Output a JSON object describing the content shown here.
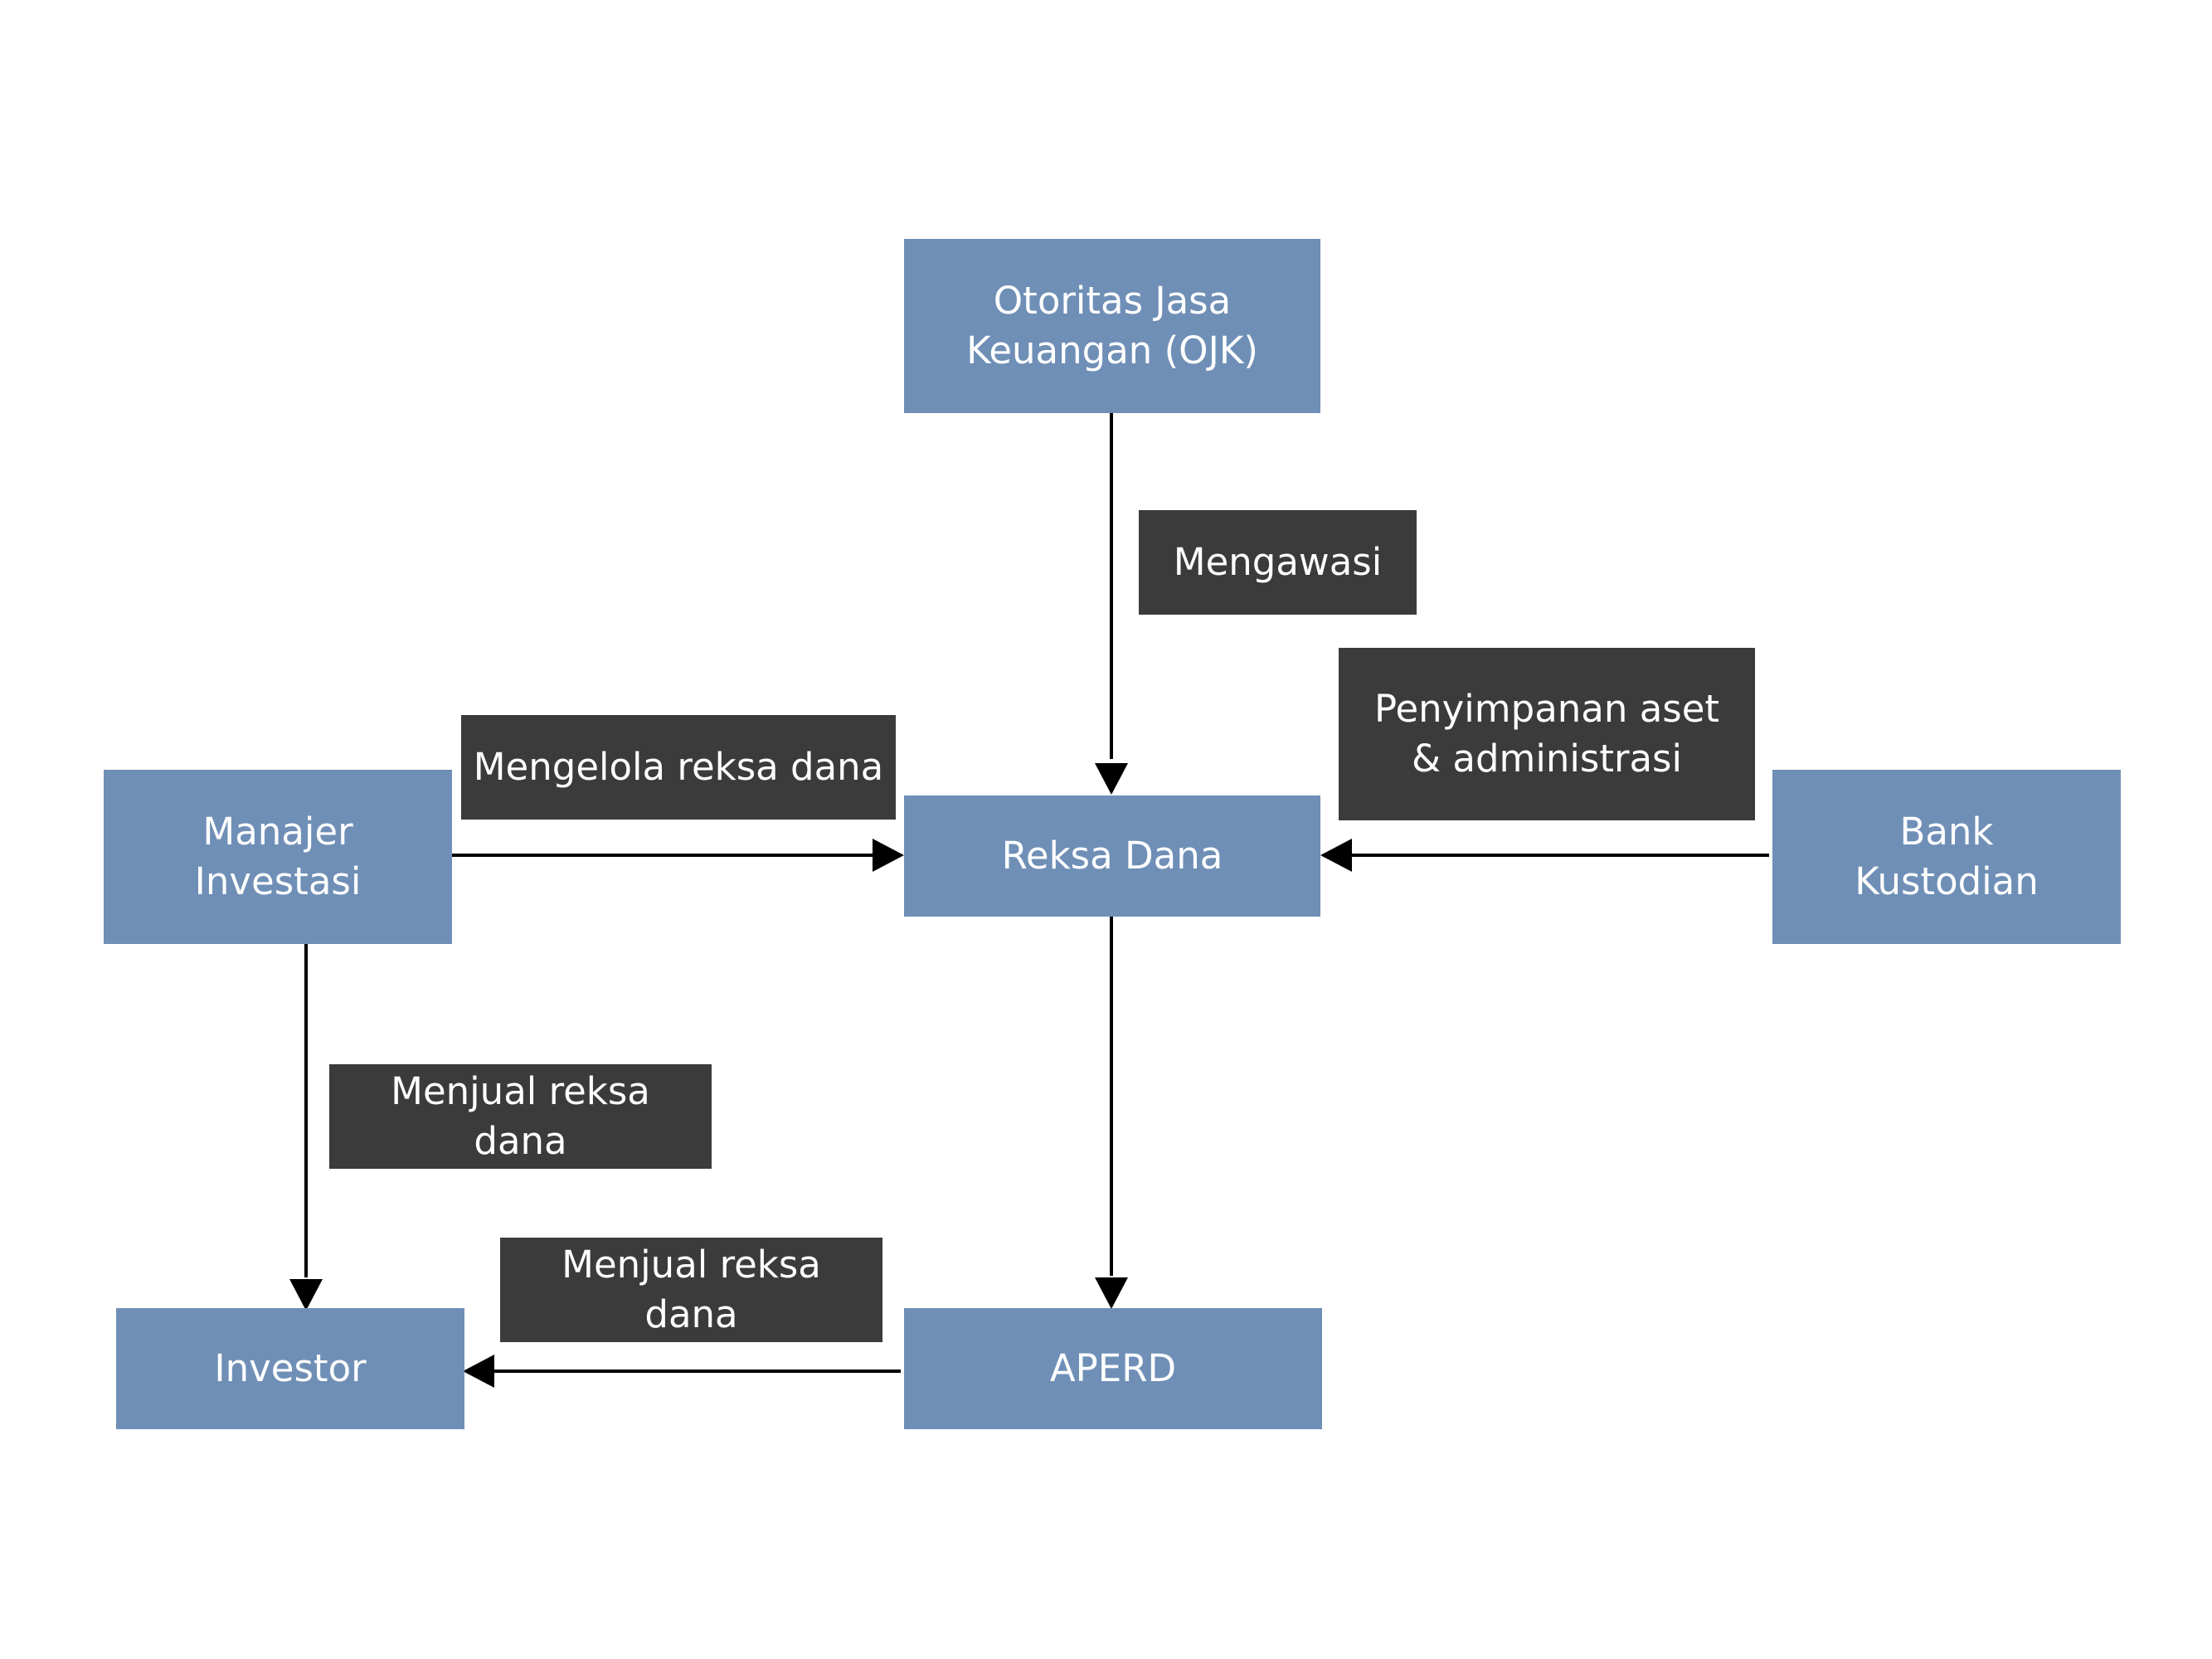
{
  "colors": {
    "node_fill": "#6f8fb6",
    "label_fill": "#3b3b3b",
    "text": "#ffffff",
    "connector": "#000000",
    "background": "#ffffff"
  },
  "nodes": {
    "ojk": "Otoritas Jasa\nKeuangan (OJK)",
    "reksa_dana": "Reksa Dana",
    "manajer_investasi": "Manajer\nInvestasi",
    "bank_kustodian": "Bank\nKustodian",
    "investor": "Investor",
    "aperd": "APERD"
  },
  "edge_labels": {
    "mengawasi": "Mengawasi",
    "mengelola": "Mengelola reksa dana",
    "penyimpanan": "Penyimpanan aset\n& administrasi",
    "menjual_mi": "Menjual reksa dana",
    "menjual_aperd": "Menjual reksa dana"
  },
  "edges": [
    {
      "from": "ojk",
      "to": "reksa_dana",
      "label": "mengawasi"
    },
    {
      "from": "manajer_investasi",
      "to": "reksa_dana",
      "label": "mengelola"
    },
    {
      "from": "bank_kustodian",
      "to": "reksa_dana",
      "label": "penyimpanan"
    },
    {
      "from": "reksa_dana",
      "to": "aperd",
      "label": ""
    },
    {
      "from": "manajer_investasi",
      "to": "investor",
      "label": "menjual_mi"
    },
    {
      "from": "aperd",
      "to": "investor",
      "label": "menjual_aperd"
    }
  ]
}
